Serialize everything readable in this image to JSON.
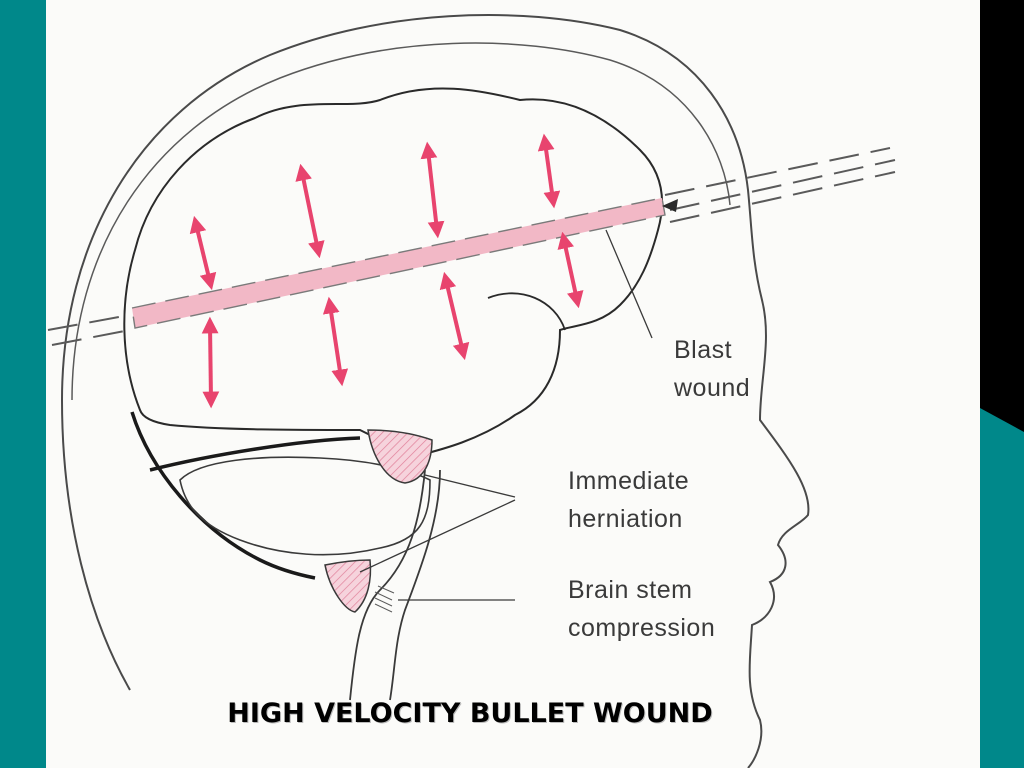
{
  "slide": {
    "title": "HIGH VELOCITY BULLET WOUND",
    "colors": {
      "background": "#00888a",
      "panel": "#fbfbf9",
      "right_bar": "#000000",
      "accent_arrow": "#e8446e",
      "wound_track": "#f2b8c6"
    }
  },
  "diagram": {
    "labels": {
      "blast": [
        "Blast",
        "wound"
      ],
      "herniation": [
        "Immediate",
        "herniation"
      ],
      "stem": [
        "Brain stem",
        "compression"
      ]
    }
  }
}
